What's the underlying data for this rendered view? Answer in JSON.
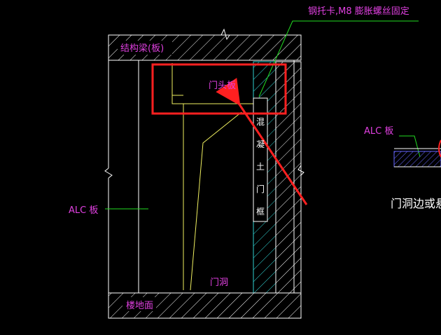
{
  "labels": {
    "bracket_note": "钢托卡,M8 膨胀螺丝固定",
    "beam": "结构梁(板)",
    "header_board": "门头板",
    "alc_left": "ALC 板",
    "door_opening": "门洞",
    "floor": "楼地面",
    "alc_right": "ALC 板",
    "door_edge": "门洞边或悬",
    "column_chars": [
      "混",
      "凝",
      "土",
      "门",
      "框"
    ]
  },
  "colors": {
    "background": "#000000",
    "frame": "#ffffff",
    "text": "#e040e0",
    "leader": "#22dd22",
    "yellow": "#f0f060",
    "hatch_concrete": "#30d0d0",
    "highlight": "#ff2020"
  }
}
